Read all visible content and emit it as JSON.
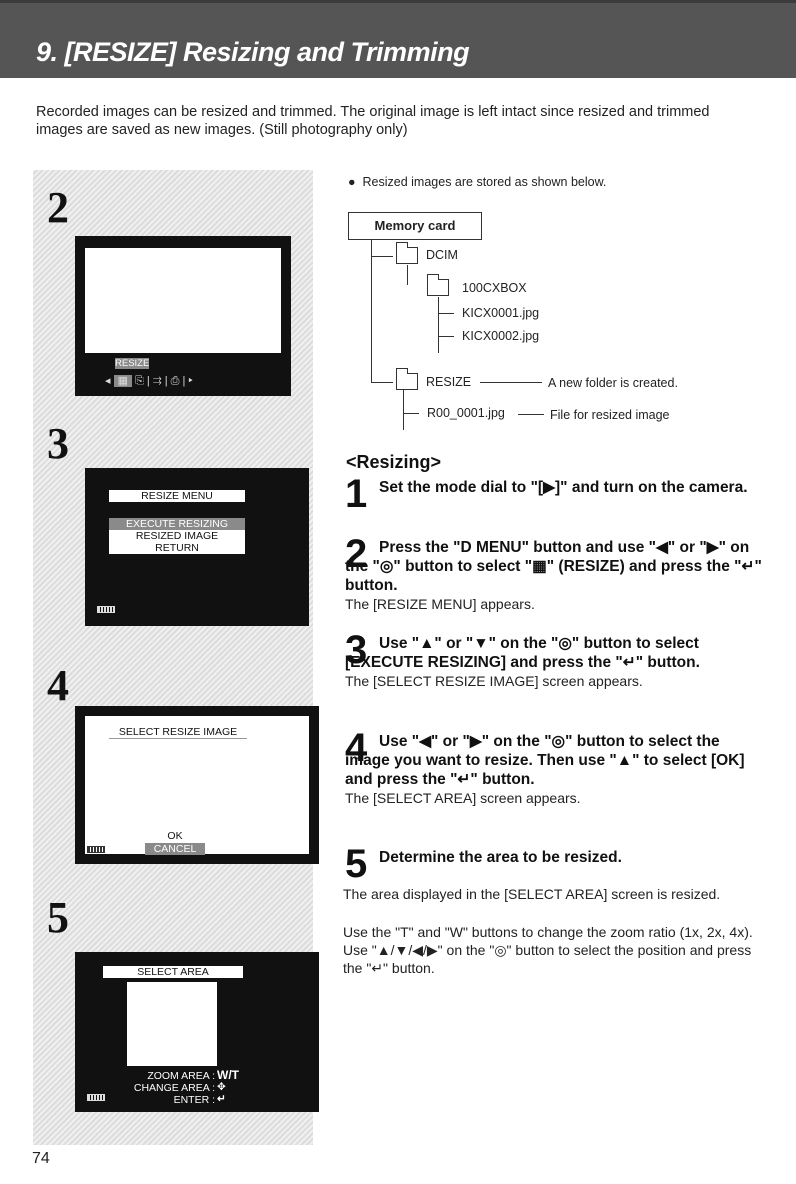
{
  "header": {
    "title": "9. [RESIZE] Resizing and Trimming"
  },
  "intro": "Recorded images can be resized and trimmed. The original image is left intact since resized and trimmed images are saved as new images. (Still photography only)",
  "figures": {
    "step2": {
      "num": "2",
      "menu_label": "RESIZE"
    },
    "step3": {
      "num": "3",
      "title": "RESIZE MENU",
      "items": [
        "EXECUTE RESIZING",
        "RESIZED IMAGE PLAYBACK",
        "RETURN"
      ]
    },
    "step4": {
      "num": "4",
      "title": "SELECT RESIZE IMAGE",
      "ok": "OK",
      "cancel": "CANCEL"
    },
    "step5": {
      "num": "5",
      "title": "SELECT AREA",
      "zoom": "ZOOM AREA :",
      "zoom_val": "W/T",
      "change": "CHANGE AREA :",
      "enter": "ENTER :"
    }
  },
  "tree": {
    "bullet": "Resized images are stored as shown below.",
    "memory_card": "Memory card",
    "dcim": "DCIM",
    "subfolder": "100CXBOX",
    "file1": "KICX0001.jpg",
    "file2": "KICX0002.jpg",
    "resize_folder": "RESIZE",
    "resize_note": "A new folder is created.",
    "resize_file": "R00_0001.jpg",
    "resize_file_note": "File for resized image"
  },
  "section_title": "<Resizing>",
  "steps": [
    {
      "num": "1",
      "heading": "Set the mode dial to \"[▶]\" and turn on the camera.",
      "desc": ""
    },
    {
      "num": "2",
      "heading": "Press the \"D MENU\" button and use \"◀\" or \"▶\" on the \"◎\" button to select \"▦\" (RESIZE) and press the \"↵\" button.",
      "desc": "The [RESIZE MENU] appears."
    },
    {
      "num": "3",
      "heading": "Use \"▲\" or \"▼\" on the \"◎\" button to select [EXECUTE RESIZING] and press the \"↵\" button.",
      "desc": "The [SELECT RESIZE IMAGE] screen appears."
    },
    {
      "num": "4",
      "heading": "Use \"◀\" or \"▶\" on the \"◎\" button to select the image you want to resize. Then use \"▲\" to select [OK] and press the \"↵\" button.",
      "desc": "The [SELECT AREA] screen appears."
    },
    {
      "num": "5",
      "heading": "Determine the area to be resized.",
      "desc": ""
    }
  ],
  "para1": "The area displayed in the [SELECT AREA] screen is resized.",
  "para2": "Use the \"T\" and \"W\" buttons to change the zoom ratio (1x, 2x, 4x). Use \"▲/▼/◀/▶\" on the \"◎\" button to select the position and press the \"↵\" button.",
  "page_number": "74"
}
